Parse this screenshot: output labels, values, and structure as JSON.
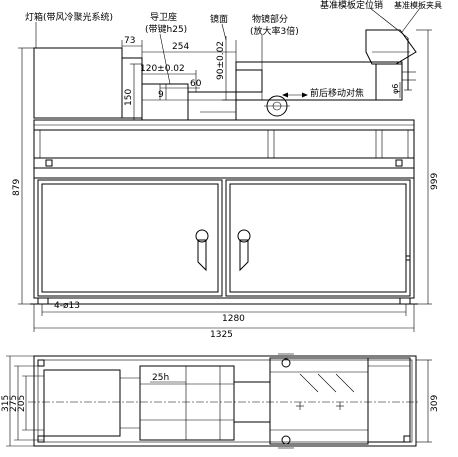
{
  "labels": {
    "lamp_housing": "灯箱(带风冷聚光系统)",
    "guide_seat": "导卫座",
    "guide_key": "(带键h25)",
    "mirror_face": "镜面",
    "objective_part": "物镜部分",
    "magnification": "(放大率3倍)",
    "datum_pin": "基准模板定位销",
    "datum_clamp": "基准模板夹具",
    "focus_move": "前后移动对焦"
  },
  "dimensions": {
    "d73": "73",
    "d254": "254",
    "d120": "120±0.02",
    "d90": "90±0.02",
    "d60": "60",
    "d9": "9",
    "d150": "150",
    "d879": "879",
    "d999": "999",
    "phi6": "φ6",
    "holes": "4-ø13",
    "d1280": "1280",
    "d1325": "1325",
    "d315": "315",
    "d275": "275",
    "d205": "205",
    "d25h": "25h",
    "d309": "309"
  }
}
